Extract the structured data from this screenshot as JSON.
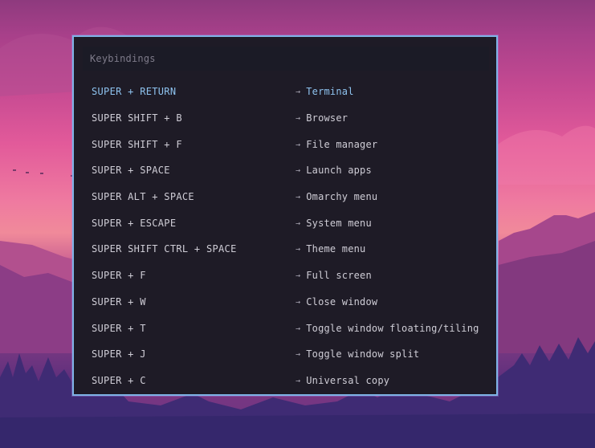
{
  "window": {
    "title": "Keybindings",
    "border_color": "#7fb3e6",
    "highlight_color": "#8ec3ef"
  },
  "bindings": [
    {
      "keys": "SUPER + RETURN",
      "action": "Terminal",
      "selected": true
    },
    {
      "keys": "SUPER SHIFT + B",
      "action": "Browser"
    },
    {
      "keys": "SUPER SHIFT + F",
      "action": "File manager"
    },
    {
      "keys": "SUPER + SPACE",
      "action": "Launch apps"
    },
    {
      "keys": "SUPER ALT + SPACE",
      "action": "Omarchy menu"
    },
    {
      "keys": "SUPER + ESCAPE",
      "action": "System menu"
    },
    {
      "keys": "SUPER SHIFT CTRL + SPACE",
      "action": "Theme menu"
    },
    {
      "keys": "SUPER + F",
      "action": "Full screen"
    },
    {
      "keys": "SUPER + W",
      "action": "Close window"
    },
    {
      "keys": "SUPER + T",
      "action": "Toggle window floating/tiling"
    },
    {
      "keys": "SUPER + J",
      "action": "Toggle window split"
    },
    {
      "keys": "SUPER + C",
      "action": "Universal copy"
    }
  ],
  "icons": {
    "arrow": "→"
  }
}
